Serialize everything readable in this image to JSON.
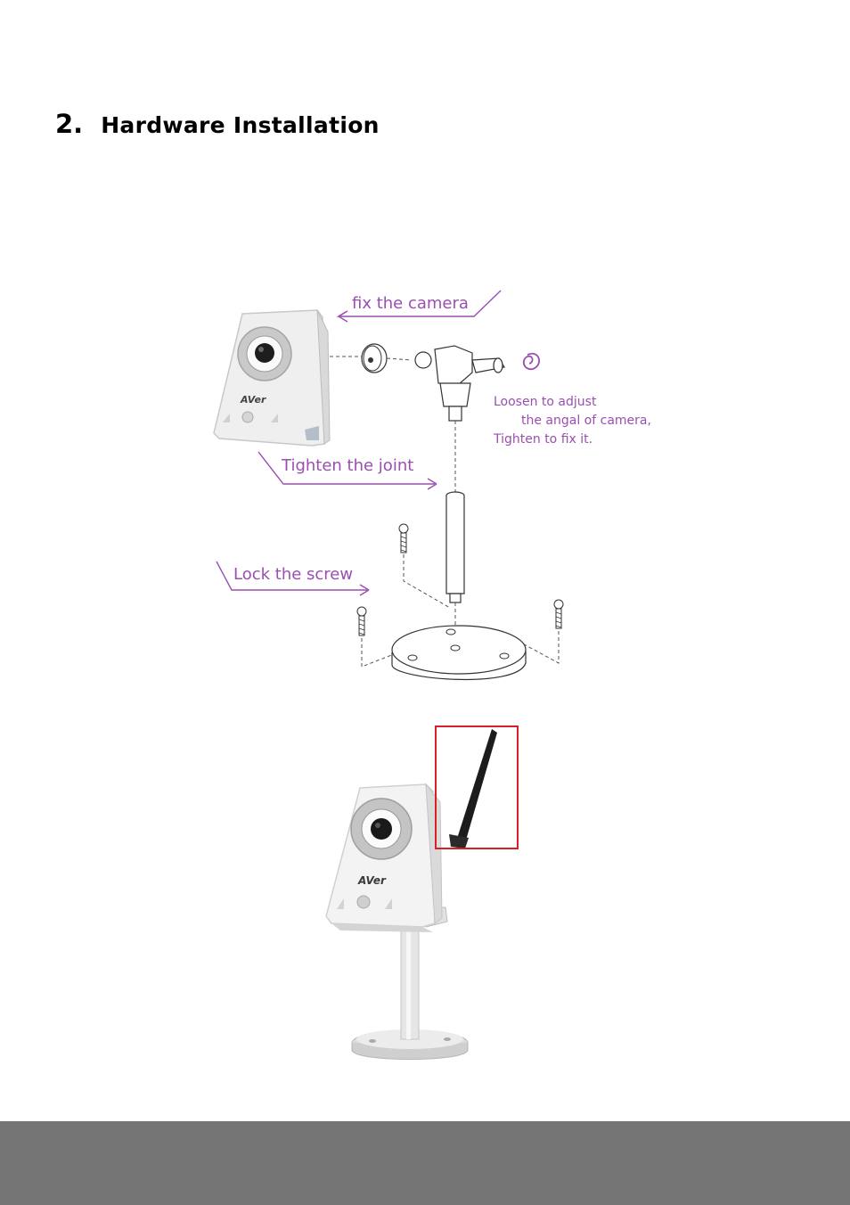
{
  "section": {
    "number": "2.",
    "title": "Hardware Installation"
  },
  "diagram": {
    "labels": {
      "fix_camera": "fix the camera",
      "loosen_line1": "Loosen to adjust",
      "loosen_line2": "the angal of camera,",
      "loosen_line3": "Tighten to fix it.",
      "tighten_joint": "Tighten the joint",
      "lock_screw": "Lock the screw"
    },
    "brand_logo": "AVer",
    "annotation_color": "#9a4fb0",
    "highlight_color": "#d9202a"
  },
  "photo": {
    "brand_logo": "AVer"
  },
  "footer": {
    "color": "#757575"
  }
}
